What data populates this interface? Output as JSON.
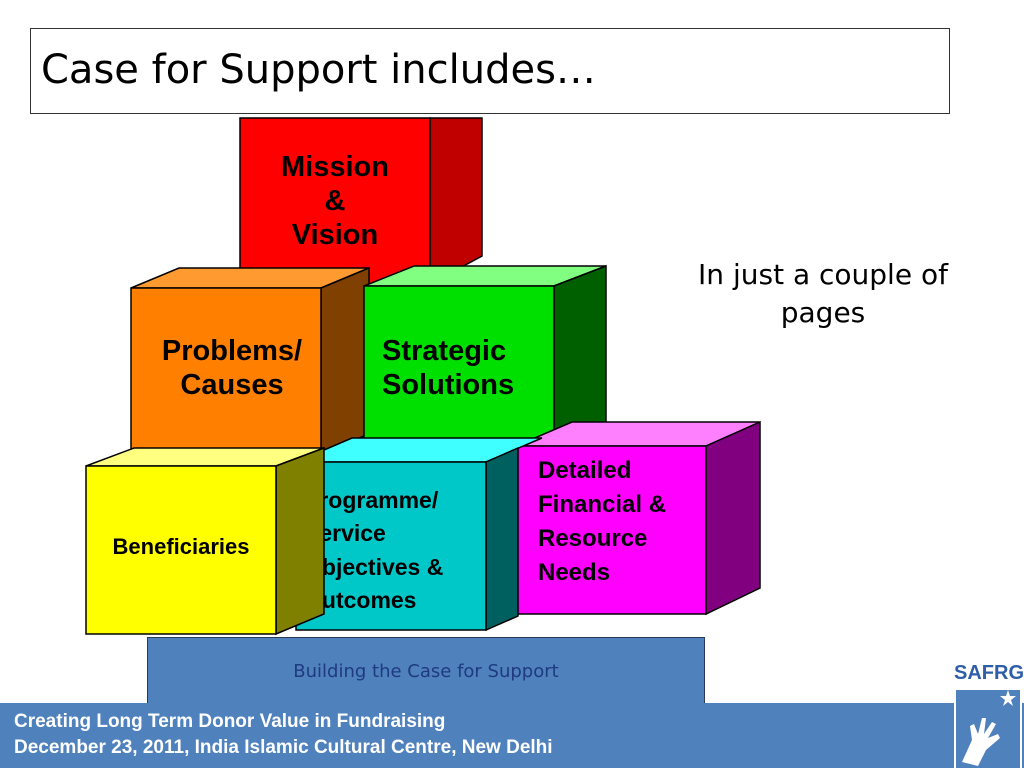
{
  "title": "Case for Support includes…",
  "side_note": "In just a couple of pages",
  "blocks": {
    "mission": {
      "line1": "Mission",
      "line2": "&",
      "line3": "Vision",
      "color": "#ff0000"
    },
    "problems": {
      "line1": "Problems/",
      "line2": "Causes",
      "color": "#ff8000"
    },
    "strategic": {
      "line1": "Strategic",
      "line2": "Solutions",
      "color": "#00e000"
    },
    "beneficiaries": {
      "label": "Beneficiaries",
      "color": "#ffff00"
    },
    "programme": {
      "line1": "Programme/",
      "line2": "Service",
      "line3": "Objectives &",
      "line4": "Outcomes",
      "color": "#00c8c8"
    },
    "financial": {
      "line1": "Detailed",
      "line2": "Financial &",
      "line3": "Resource",
      "line4": "Needs",
      "color": "#ff00ff"
    }
  },
  "base_label": "Building the Case for Support",
  "footer": {
    "line1": "Creating Long Term Donor Value in Fundraising",
    "line2": "December 23, 2011, India Islamic Cultural Centre, New Delhi"
  },
  "logo": {
    "text": "SAFRG"
  },
  "colors": {
    "footer_bg": "#4f81bd",
    "base_bar": "#4f81bd"
  }
}
